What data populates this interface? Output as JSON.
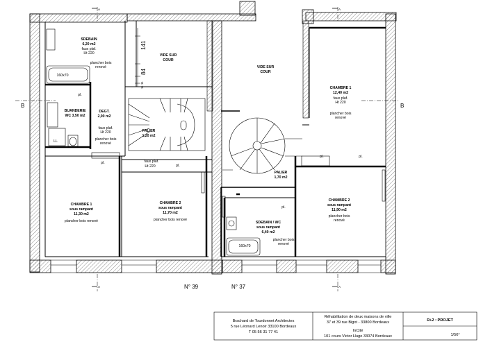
{
  "rooms": {
    "sdb_top": [
      "SDEBAIN",
      "6,20 m2",
      "faux plaf.",
      "Ht 220"
    ],
    "sdb_top_floor": [
      "plancher bois",
      "renové"
    ],
    "bath_top": "160x70",
    "vide1": [
      "VIDE SUR",
      "COUR"
    ],
    "vide2": [
      "VIDE SUR",
      "COUR"
    ],
    "buanderie": [
      "BUANDERIE",
      "WC 3,50 m2"
    ],
    "degt": [
      "DEGT.",
      "2,00 m2"
    ],
    "degt_plaf": [
      "faux plaf.",
      "Ht 220"
    ],
    "degt_floor": [
      "plancher bois",
      "renové"
    ],
    "ll": "LL",
    "palier1": [
      "PALIER",
      "1,20 m2"
    ],
    "palier1_plaf": "faux plaf.",
    "palier1_ht": "Ht 220",
    "ch1_right": [
      "CHAMBRE 1",
      "12,40 m2",
      "faux plaf.",
      "Ht 220"
    ],
    "ch1_right_floor": [
      "plancher bois",
      "renové"
    ],
    "palier2": [
      "PALIER",
      "1,70 m2"
    ],
    "ch1_left": [
      "CHAMBRE 1",
      "sous rampant",
      "11,30 m2"
    ],
    "ch1_left_floor": "plancher bois renové",
    "ch2_mid": [
      "CHAMBRE 2",
      "sous rampant",
      "11,70 m2"
    ],
    "ch2_mid_floor": "plancher bois renové",
    "sdb_wc": [
      "SDEBAIN / WC",
      "sous rampant",
      "6,40 m2"
    ],
    "bath_mid": "160x70",
    "sdb_wc_floor": [
      "plancher bois",
      "renové"
    ],
    "ch2_right": [
      "CHAMBRE 2",
      "sous rampant",
      "11,90 m2"
    ],
    "ch2_right_floor": [
      "plancher bois",
      "renové"
    ],
    "pl": "pl."
  },
  "dims": {
    "d1": "141",
    "d2": "84",
    "d3": "11",
    "d4": "11"
  },
  "section": {
    "left": "B",
    "right": "B",
    "mark": "A"
  },
  "streets": {
    "n39": "N° 39",
    "n37": "N° 37"
  },
  "titleblock": {
    "architect": [
      "Brachard de Tourdonnet Architectes",
      "5 rue Léonard Lenoir 33100 Bordeaux",
      "T 05 56 31 77 41"
    ],
    "project": [
      "Réhabilitation de deux maisons de ville",
      "37 et 39 rue Bigot - 33800 Bordeaux"
    ],
    "client": [
      "InCité",
      "101 cours Victor Hugo 33074 Bordeaux"
    ],
    "phase": "R+2 : PROJET",
    "scale": "1/50°"
  }
}
